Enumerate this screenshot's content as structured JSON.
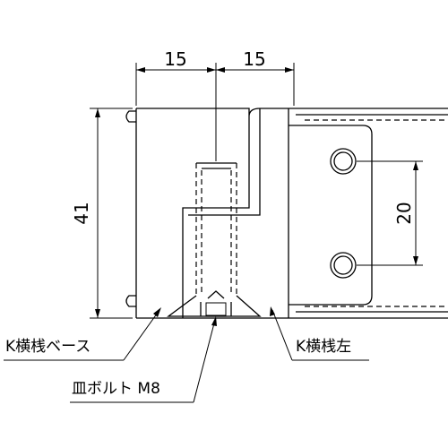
{
  "dimensions": {
    "top_left": "15",
    "top_right": "15",
    "height_left": "41",
    "height_right": "20"
  },
  "labels": {
    "base": "K横桟ベース",
    "bolt": "皿ボルト M8",
    "left_part": "K横桟左"
  }
}
